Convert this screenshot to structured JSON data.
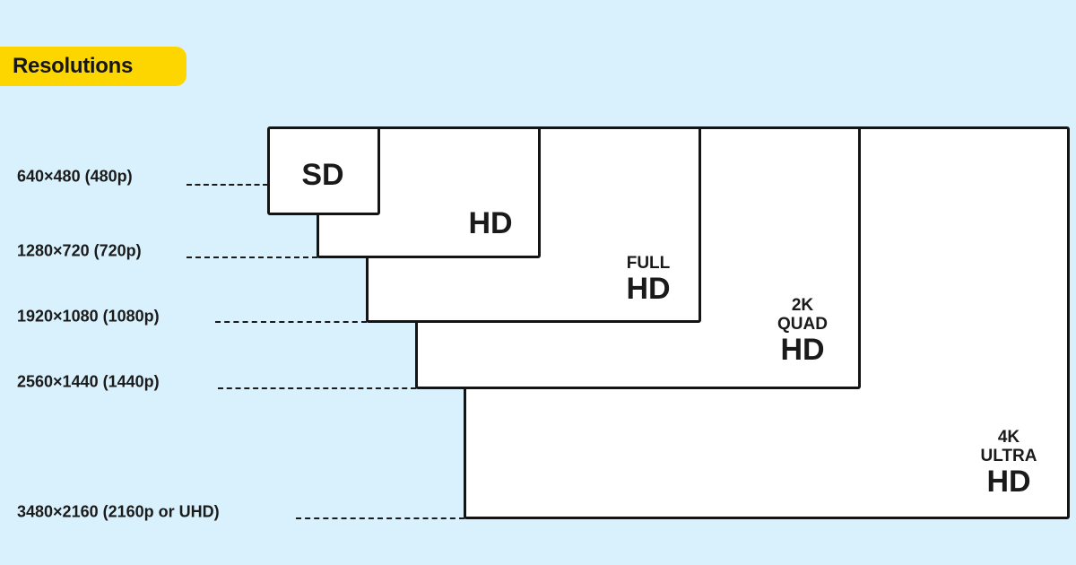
{
  "title": "Resolutions",
  "colors": {
    "background": "#d8f1fd",
    "badge": "#fdd600",
    "box_fill": "#ffffff",
    "outline": "#141414"
  },
  "resolutions": [
    {
      "label": "640×480 (480p)",
      "name_lines": [],
      "name_main": "SD"
    },
    {
      "label": "1280×720 (720p)",
      "name_lines": [],
      "name_main": "HD"
    },
    {
      "label": "1920×1080 (1080p)",
      "name_lines": [
        "FULL"
      ],
      "name_main": "HD"
    },
    {
      "label": "2560×1440 (1440p)",
      "name_lines": [
        "2K",
        "QUAD"
      ],
      "name_main": "HD"
    },
    {
      "label": "3480×2160 (2160p or UHD)",
      "name_lines": [
        "4K",
        "ULTRA"
      ],
      "name_main": "HD"
    }
  ]
}
